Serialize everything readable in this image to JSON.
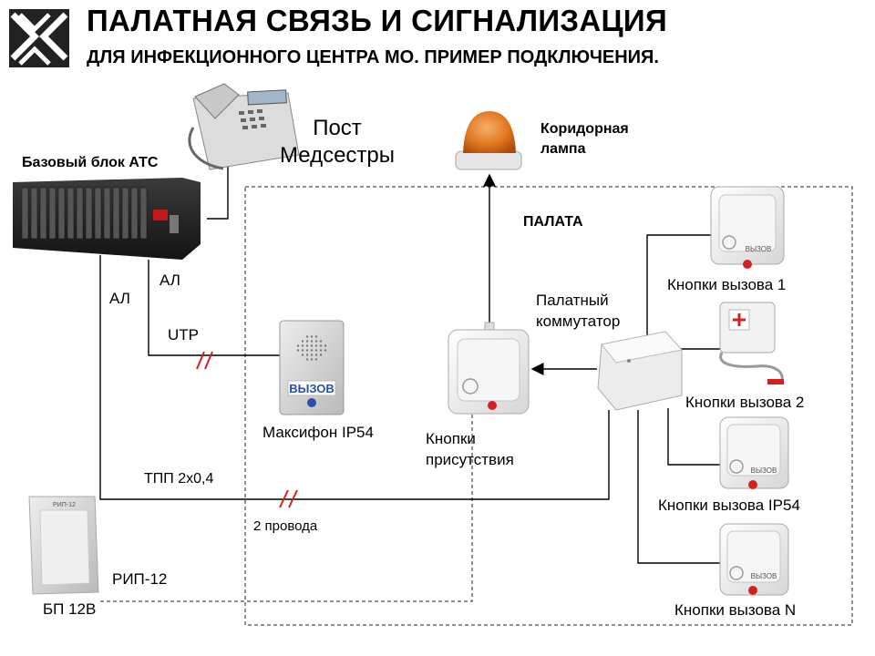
{
  "header": {
    "title": "ПАЛАТНАЯ СВЯЗЬ И СИГНАЛИЗАЦИЯ",
    "subtitle": "ДЛЯ ИНФЕКЦИОННОГО ЦЕНТРА МО. ПРИМЕР ПОДКЛЮЧЕНИЯ."
  },
  "labels": {
    "base_unit": "Базовый блок АТС",
    "nurse_post_line1": "Пост",
    "nurse_post_line2": "Медсестры",
    "corridor_lamp_line1": "Коридорная",
    "corridor_lamp_line2": "лампа",
    "ward": "ПАЛАТА",
    "al_left": "АЛ",
    "al_right": "АЛ",
    "utp": "UTP",
    "maxiphone": "Максифон IP54",
    "ward_switch_line1": "Палатный",
    "ward_switch_line2": "коммутатор",
    "presence_line1": "Кнопки",
    "presence_line2": "присутствия",
    "call_button_1": "Кнопки вызова 1",
    "call_button_2": "Кнопки вызова 2",
    "call_button_ip54": "Кнопки вызова IP54",
    "call_button_n": "Кнопки вызова N",
    "tpp_cable": "ТПП 2х0,4",
    "two_wires": "2 провода",
    "rip": "РИП-12",
    "psu": "БП 12В"
  },
  "device_text": {
    "call_button_text": "ВЫЗОВ",
    "maxiphone_button": "ВЫЗОВ",
    "rip_case": "РИП-12"
  },
  "colors": {
    "logo": "#222222",
    "call_red": "#d42020",
    "lamp_orange": "#e0741c",
    "maxiphone_blue": "#2b4ea8",
    "dash_line": "#222222",
    "cross_mark": "#d42020"
  }
}
